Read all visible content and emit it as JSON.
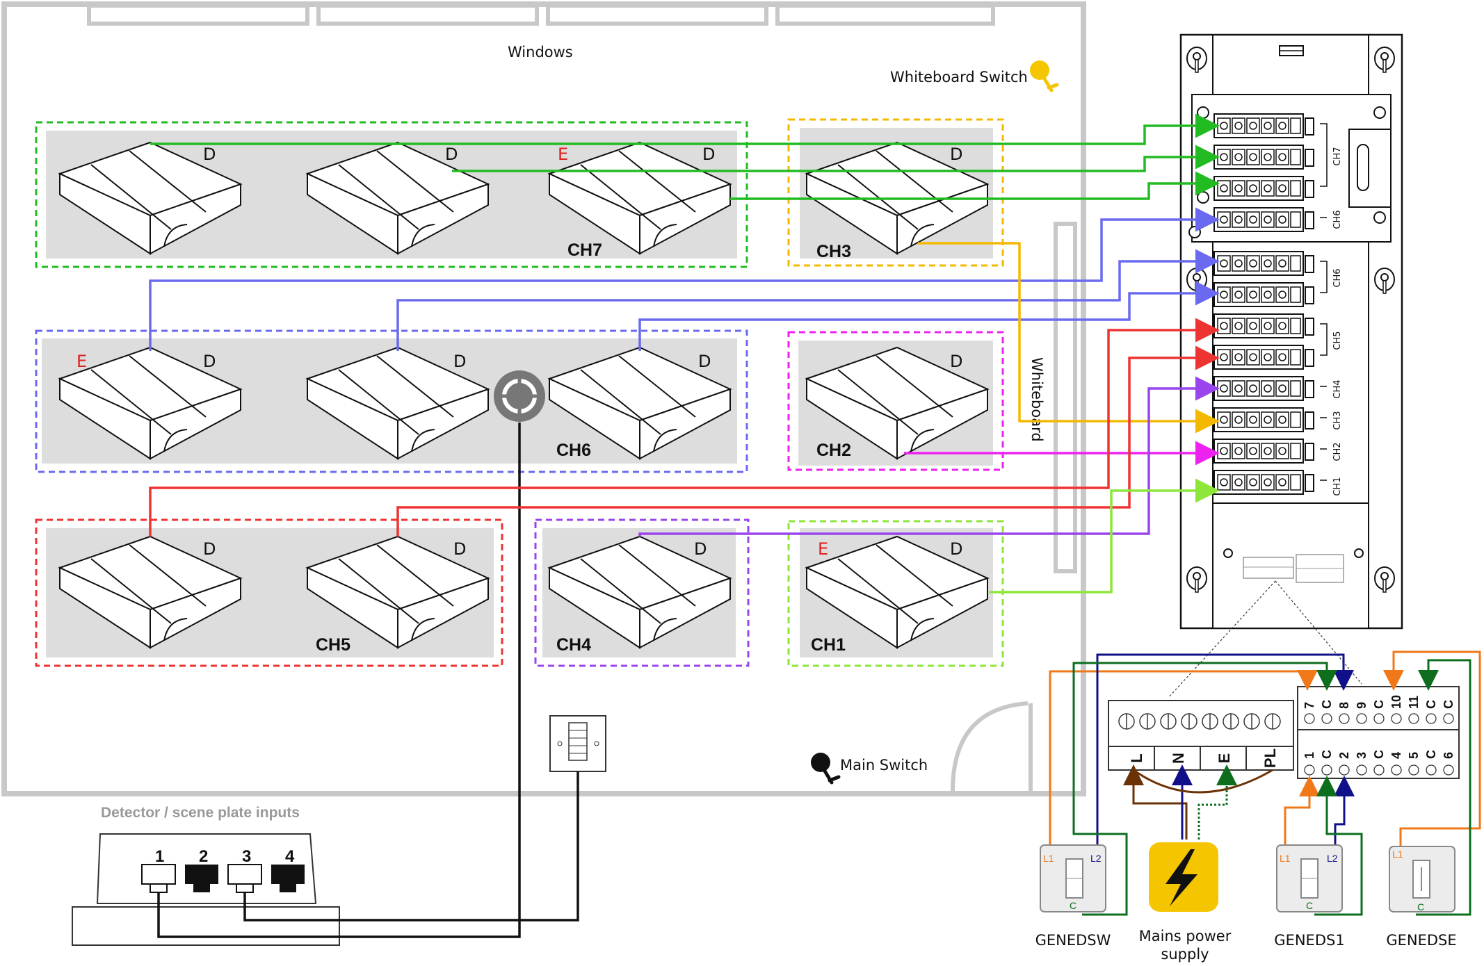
{
  "room": {
    "windows_label": "Windows",
    "whiteboard_label": "Whiteboard",
    "whiteboard_switch_label": "Whiteboard Switch",
    "main_switch_label": "Main Switch"
  },
  "luminaires": [
    {
      "tag": "D",
      "emergency": ""
    },
    {
      "tag": "D",
      "emergency": ""
    },
    {
      "tag": "D",
      "emergency": "E"
    },
    {
      "tag": "D",
      "emergency": ""
    },
    {
      "tag": "D",
      "emergency": "E"
    },
    {
      "tag": "D",
      "emergency": ""
    },
    {
      "tag": "D",
      "emergency": ""
    },
    {
      "tag": "D",
      "emergency": ""
    },
    {
      "tag": "D",
      "emergency": ""
    },
    {
      "tag": "D",
      "emergency": ""
    },
    {
      "tag": "D",
      "emergency": ""
    },
    {
      "tag": "D",
      "emergency": "E"
    }
  ],
  "channels": [
    {
      "label": "CH7",
      "color": "#22bb22"
    },
    {
      "label": "CH3",
      "color": "#f5b800"
    },
    {
      "label": "CH6",
      "color": "#6a6af0"
    },
    {
      "label": "CH2",
      "color": "#ee22ee"
    },
    {
      "label": "CH5",
      "color": "#ee3333"
    },
    {
      "label": "CH4",
      "color": "#9a44ee"
    },
    {
      "label": "CH1",
      "color": "#8ee63a"
    }
  ],
  "panel": {
    "group_labels": [
      "CH7",
      "CH6",
      "CH6",
      "CH5",
      "CH4",
      "CH3",
      "CH2",
      "CH1"
    ]
  },
  "detector_plate": {
    "title": "Detector / scene plate inputs",
    "ports": [
      "1",
      "2",
      "3",
      "4"
    ]
  },
  "mains_terminal": {
    "labels": [
      "L",
      "N",
      "E",
      "PL"
    ]
  },
  "control_terminal": {
    "top": [
      "7",
      "C",
      "8",
      "9",
      "C",
      "10",
      "11",
      "C",
      "C"
    ],
    "bottom": [
      "1",
      "C",
      "2",
      "3",
      "C",
      "4",
      "5",
      "C",
      "6"
    ]
  },
  "switches": [
    {
      "name": "GENEDSW",
      "l1": "L1",
      "l2": "L2",
      "c": "C"
    },
    {
      "name": "GENEDS1",
      "l1": "L1",
      "l2": "L2",
      "c": "C"
    },
    {
      "name": "GENEDSE",
      "l1": "L1",
      "l2": "",
      "c": "C"
    }
  ],
  "power": {
    "label_line1": "Mains power",
    "label_line2": "supply"
  },
  "colors": {
    "orange": "#f07818",
    "navy": "#10108a",
    "green": "#0d6e1e",
    "brown": "#6b3206",
    "yellow": "#f5c500",
    "grey": "#c8c8c8"
  }
}
